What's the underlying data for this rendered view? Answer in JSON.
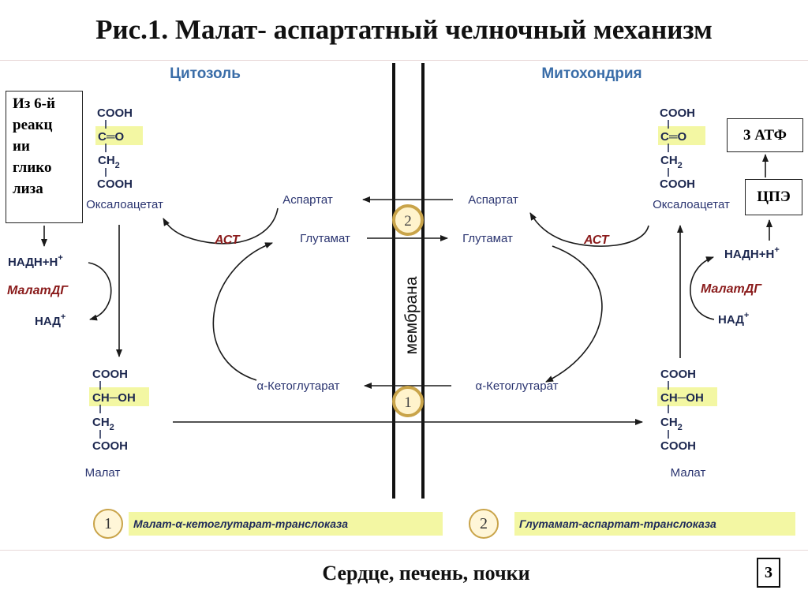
{
  "title": "Рис.1. Малат- аспартатный челночный механизм",
  "regions": {
    "cytosol": "Цитозоль",
    "mitochondria": "Митохондрия"
  },
  "membrane_label": "мембрана",
  "glycolysis_note": [
    "Из 6-й",
    "реакц",
    "ии",
    "глико",
    "лиза"
  ],
  "atf_box": "3 АТФ",
  "cpe_box": "ЦПЭ",
  "molecules": {
    "oxaloacetate": "Оксалоацетат",
    "malate": "Малат",
    "aspartate": "Аспартат",
    "glutamate": "Глутамат",
    "ketoglutarate": "α-Кетоглутарат"
  },
  "formula": {
    "cooh": "COOH",
    "c_eq_o": "C═O",
    "ch2": "CH",
    "sub2": "2",
    "ch_oh": "CH─OH"
  },
  "enzymes": {
    "ast": "АСТ",
    "malate_dh": "МалатДГ"
  },
  "cofactors": {
    "nadh": "НАДН+Н",
    "plus": "+",
    "nad": "НАД"
  },
  "transporters": {
    "t1_number": "1",
    "t2_number": "2"
  },
  "legend": {
    "item1_number": "1",
    "item1_label": "Малат-α-кетоглутарат-транслоказа",
    "item2_number": "2",
    "item2_label": "Глутамат-аспартат-транслоказа"
  },
  "bottom_caption": "Сердце, печень, почки",
  "page_number": "3",
  "colors": {
    "header_blue": "#3a6da8",
    "formula_highlight": "#f3f7a3",
    "transporter_fill": "#fff3cc",
    "transporter_border": "#c9a44a",
    "enzyme_red": "#8a1b1b"
  }
}
